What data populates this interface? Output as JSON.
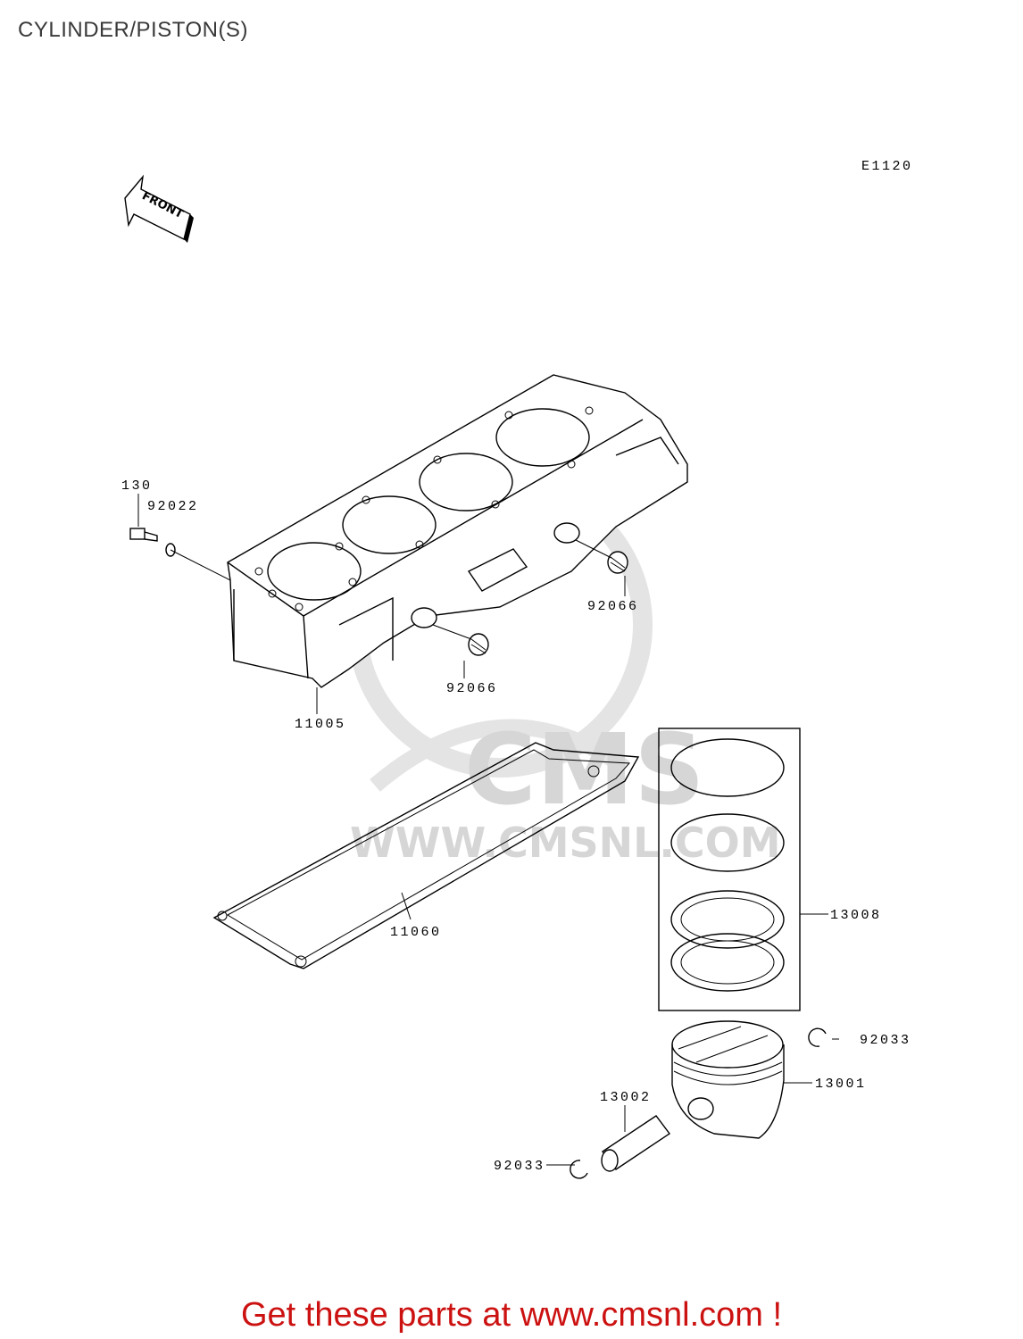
{
  "page": {
    "title": "CYLINDER/PISTON(S)",
    "code": "E1120",
    "front_arrow_text": "FRONT",
    "footer": "Get these parts at www.cmsnl.com !"
  },
  "watermark": {
    "brand": "CMS",
    "url": "WWW.CMSNL.COM"
  },
  "parts": [
    {
      "id": "130"
    },
    {
      "id": "92022"
    },
    {
      "id": "92066"
    },
    {
      "id": "92066"
    },
    {
      "id": "11005"
    },
    {
      "id": "11060"
    },
    {
      "id": "13008"
    },
    {
      "id": "92033"
    },
    {
      "id": "13001"
    },
    {
      "id": "13002"
    },
    {
      "id": "92033"
    }
  ]
}
